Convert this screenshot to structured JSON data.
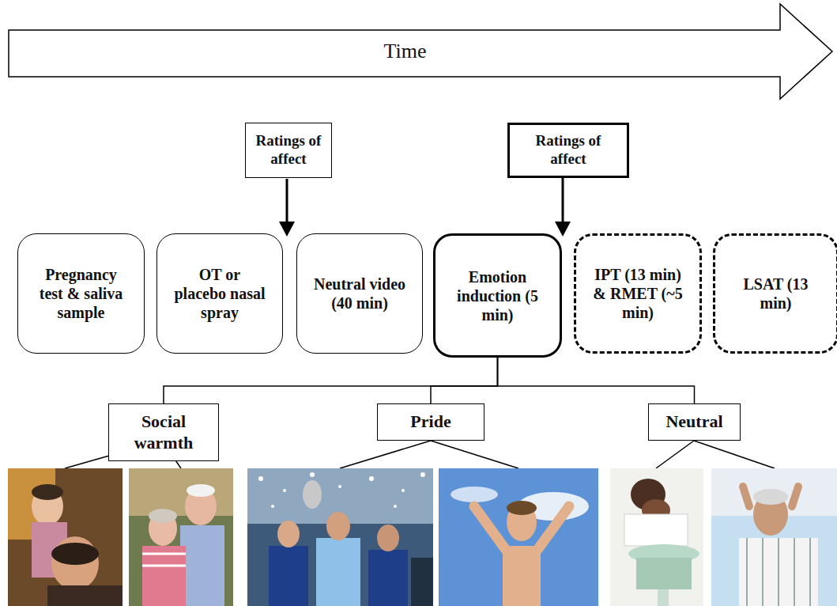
{
  "diagram": {
    "nodes": [
      {
        "text": [
          "Time"
        ]
      },
      {
        "text": [
          "Ratings of affect"
        ]
      },
      {
        "text": [
          "Ratings of affect"
        ]
      },
      {
        "text": [
          "Pregnancy test & saliva sample"
        ]
      },
      {
        "text": [
          "OT or placebo nasal spray"
        ]
      },
      {
        "text": [
          "Neutral video (40 min)"
        ]
      },
      {
        "text": [
          "Emotion induction (5 min)"
        ]
      },
      {
        "text": [
          "IPT (13 min) & RMET (~5 min)"
        ]
      },
      {
        "text": [
          "LSAT (13 min)"
        ]
      },
      {
        "text": [
          "Social warmth"
        ]
      },
      {
        "text": [
          "Pride"
        ]
      },
      {
        "text": [
          "Neutral"
        ]
      }
    ],
    "edges": [
      {
        "from": 6,
        "to": 9,
        "arrow": "none"
      },
      {
        "from": 6,
        "to": 10,
        "arrow": "none"
      },
      {
        "from": 6,
        "to": 11,
        "arrow": "none"
      }
    ]
  }
}
